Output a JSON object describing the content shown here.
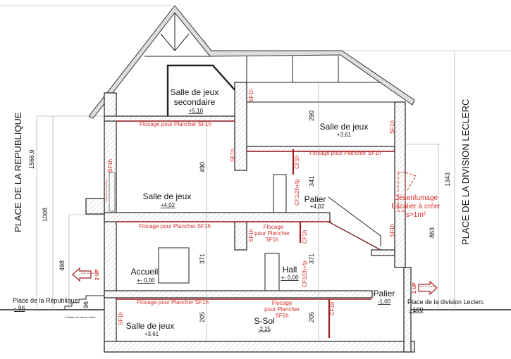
{
  "rooms": [
    {
      "name": "Salle de jeux",
      "name2": "secondaire",
      "level": "+5,10"
    },
    {
      "name": "Salle de jeux",
      "level": "+3,61"
    },
    {
      "name": "Salle de jeux",
      "level": "+4,02"
    },
    {
      "name": "Palier",
      "level": "+4,02"
    },
    {
      "name": "Accueil",
      "level": "+- 0,00"
    },
    {
      "name": "Hall",
      "level": "+- 0,00"
    },
    {
      "name": "Palier",
      "level": "-1,00"
    },
    {
      "name": "Salle de jeux",
      "level": "+3,61"
    },
    {
      "name": "S-Sol",
      "level": "-2,25"
    }
  ],
  "fire_notes": {
    "flocage": "Flocage pour Plancher SF1h",
    "flocage_l1": "Flocage",
    "flocage_l2": "pour Plancher",
    "flocage_l3": "SF1h",
    "sf1h": "SF1h",
    "cf1h": "CF1h",
    "cf_half": "CF1/2h+fp",
    "smoke_l1": "Désenfumage",
    "smoke_l2": "Escalier à créer",
    "smoke_l3": "s>1m²",
    "sliding_opening": "Ouverture à coulisser",
    "stair_note": "6 hauteur de marche x16cm"
  },
  "dimensions": {
    "left_total": "1566,9",
    "left_1008": "1008",
    "left_498": "498",
    "left_96": "96",
    "attic_490": "490",
    "upper_290": "290",
    "upper_341": "341",
    "ground_371_a": "371",
    "ground_371_b": "371",
    "base_205_a": "205",
    "base_205_b": "205",
    "right_1343": "1343",
    "right_863": "863"
  },
  "streets": {
    "left_title": "PLACE DE LA REPUBLIQUE",
    "left_name": "Place de la République",
    "left_level": "- 96",
    "right_title": "PLACE DE LA DIVISION LECLERC",
    "right_name": "Place de la division Leclerc",
    "right_level": "- 100"
  },
  "exits": [
    {
      "label": "Issue de Secours",
      "units": "2 UP"
    },
    {
      "label": "Issue de Secours",
      "units": "1 UP"
    }
  ],
  "colors": {
    "annotation": "#d62f2a",
    "fire_wall": "#a02020"
  }
}
